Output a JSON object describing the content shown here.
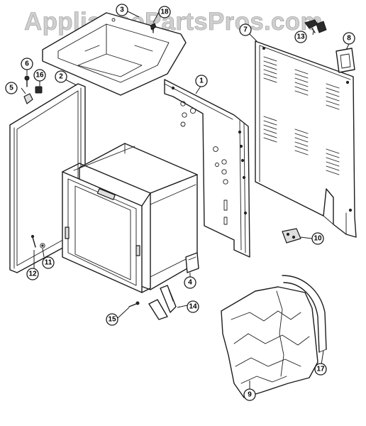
{
  "watermark": "AppliancePartsPros.com",
  "callouts": [
    {
      "label": "1"
    },
    {
      "label": "2"
    },
    {
      "label": "3"
    },
    {
      "label": "4"
    },
    {
      "label": "5"
    },
    {
      "label": "6"
    },
    {
      "label": "7"
    },
    {
      "label": "8"
    },
    {
      "label": "9"
    },
    {
      "label": "10"
    },
    {
      "label": "11"
    },
    {
      "label": "12"
    },
    {
      "label": "13"
    },
    {
      "label": "14"
    },
    {
      "label": "15"
    },
    {
      "label": "16"
    },
    {
      "label": "17"
    },
    {
      "label": "18"
    }
  ]
}
